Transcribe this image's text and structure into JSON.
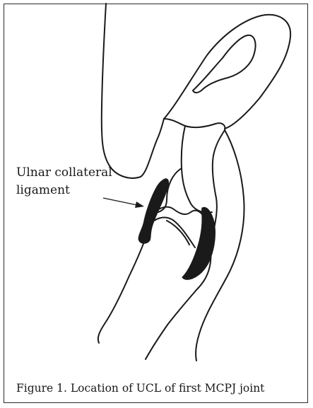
{
  "figure": {
    "label_line1": "Ulnar collateral",
    "label_line2": "ligament",
    "caption": "Figure 1. Location of UCL of first MCPJ joint"
  },
  "colors": {
    "stroke": "#1a1a1a",
    "ligament_fill": "#1a1a1a",
    "background": "#ffffff",
    "frame": "#2b2b2b"
  }
}
